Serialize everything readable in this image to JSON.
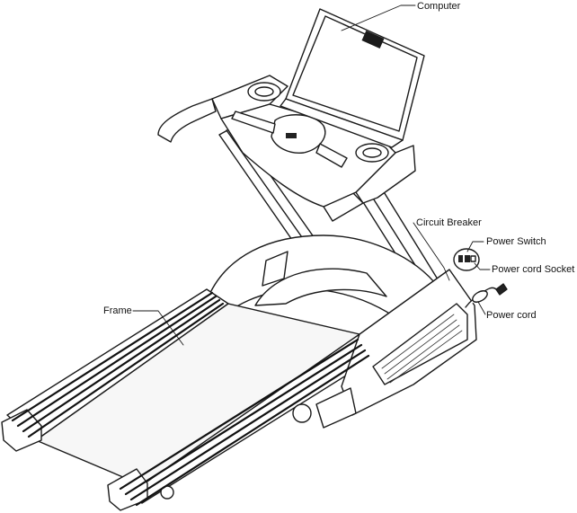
{
  "labels": {
    "computer": "Computer",
    "circuit_breaker": "Circuit Breaker",
    "power_switch": "Power Switch",
    "power_cord_socket": "Power cord Socket",
    "power_cord": "Power cord",
    "frame": "Frame"
  },
  "colors": {
    "line": "#1a1a1a",
    "fill": "#ffffff",
    "stripe": "#111111"
  }
}
